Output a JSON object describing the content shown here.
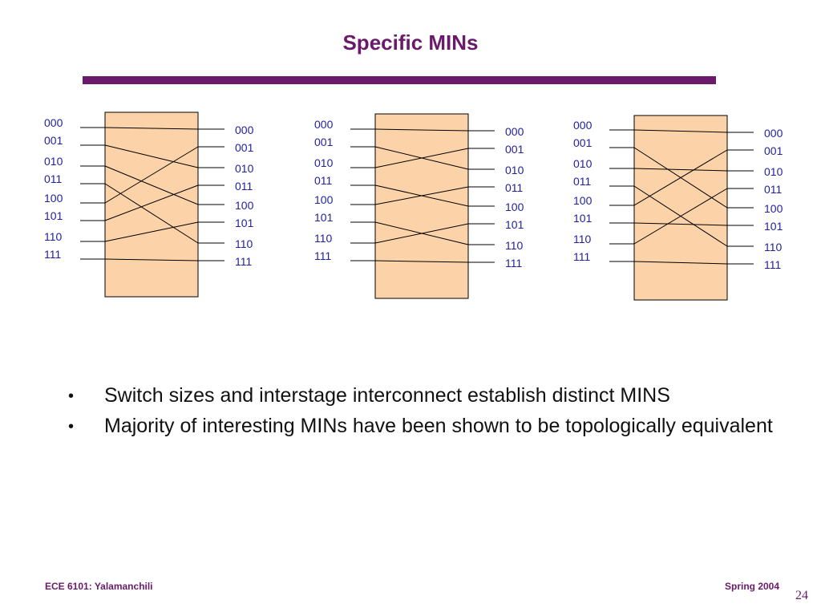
{
  "title": "Specific MINs",
  "colors": {
    "accent": "#6b1a6b",
    "switch_fill": "#fcd3a8",
    "label": "#1f1f9f"
  },
  "networks": [
    {
      "inputs": [
        "000",
        "001",
        "010",
        "011",
        "100",
        "101",
        "110",
        "111"
      ],
      "outputs": [
        "000",
        "001",
        "010",
        "011",
        "100",
        "101",
        "110",
        "111"
      ],
      "connections": [
        0,
        2,
        4,
        6,
        1,
        3,
        5,
        7
      ]
    },
    {
      "inputs": [
        "000",
        "001",
        "010",
        "011",
        "100",
        "101",
        "110",
        "111"
      ],
      "outputs": [
        "000",
        "001",
        "010",
        "011",
        "100",
        "101",
        "110",
        "111"
      ],
      "connections": [
        0,
        2,
        1,
        4,
        3,
        6,
        5,
        7
      ]
    },
    {
      "inputs": [
        "000",
        "001",
        "010",
        "011",
        "100",
        "101",
        "110",
        "111"
      ],
      "outputs": [
        "000",
        "001",
        "010",
        "011",
        "100",
        "101",
        "110",
        "111"
      ],
      "connections": [
        0,
        4,
        2,
        6,
        1,
        5,
        3,
        7
      ]
    }
  ],
  "bullets": [
    "Switch sizes and interstage interconnect establish distinct MINS",
    "Majority of interesting MINs have been shown to be topologically equivalent"
  ],
  "footer": {
    "left": "ECE 6101: Yalamanchili",
    "right": "Spring 2004",
    "page": "24"
  }
}
